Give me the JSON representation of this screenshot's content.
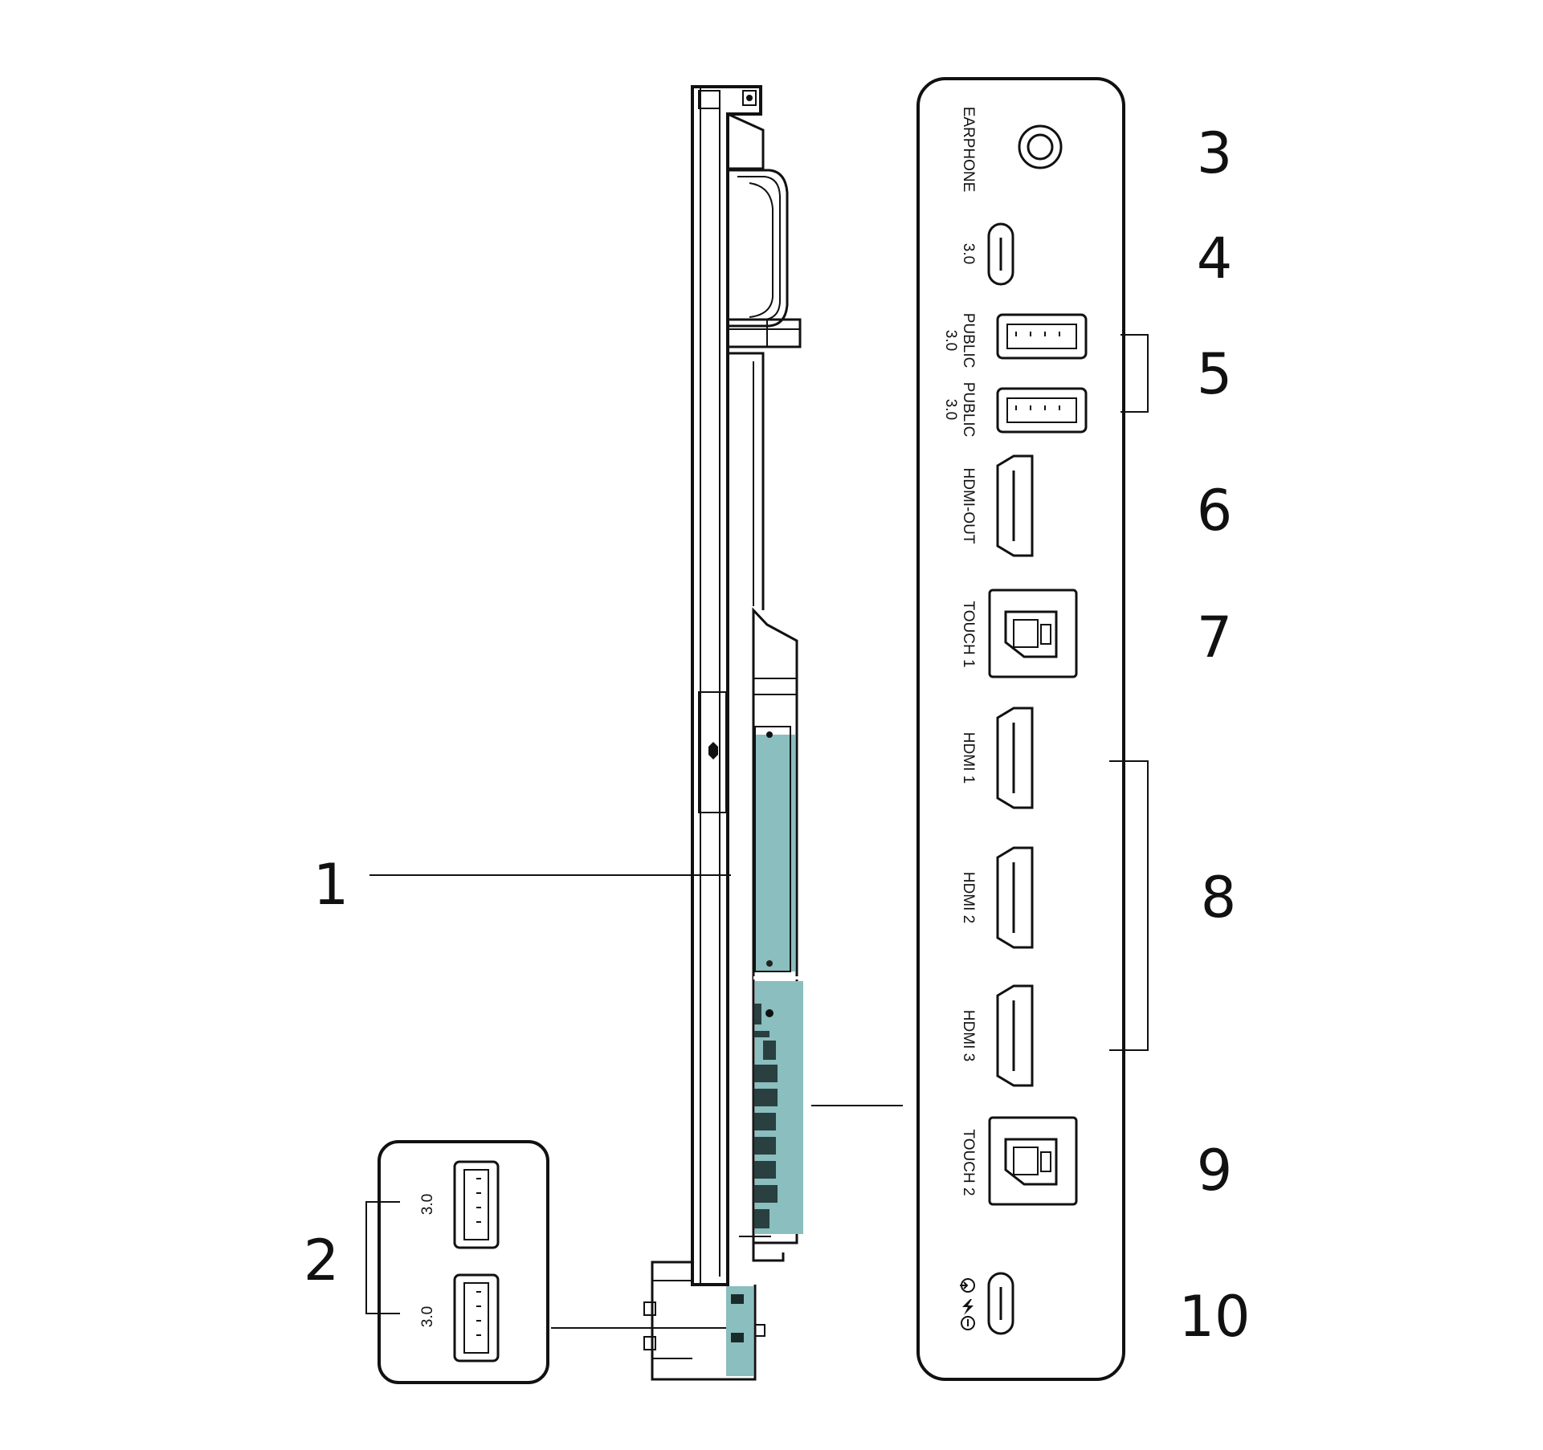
{
  "callouts": {
    "c1": "1",
    "c2": "2",
    "c3": "3",
    "c4": "4",
    "c5": "5",
    "c6": "6",
    "c7": "7",
    "c8": "8",
    "c9": "9",
    "c10": "10"
  },
  "port_labels": {
    "earphone": "EARPHONE",
    "usbc_speed": "3.0",
    "public1_a": "PUBLIC",
    "public1_b": "3.0",
    "public2_a": "PUBLIC",
    "public2_b": "3.0",
    "hdmi_out": "HDMI-OUT",
    "touch1": "TOUCH 1",
    "hdmi1": "HDMI 1",
    "hdmi2": "HDMI 2",
    "hdmi3": "HDMI 3",
    "touch2": "TOUCH 2"
  },
  "side_panel_labels": {
    "usb_top": "3.0",
    "usb_bottom": "3.0"
  },
  "colors": {
    "highlight": "#8ABEBF",
    "outline": "#111111"
  }
}
